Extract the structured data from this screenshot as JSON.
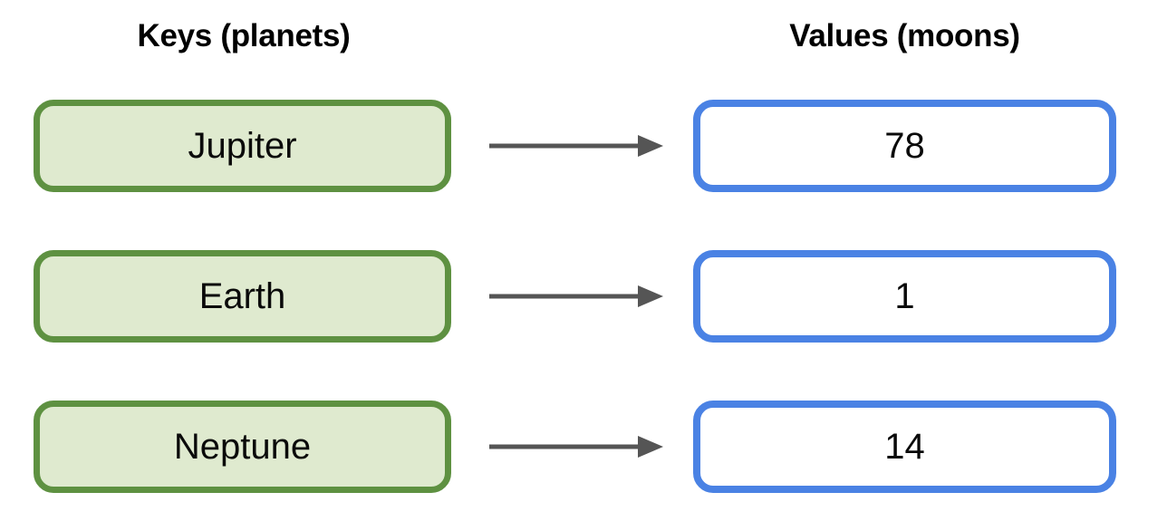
{
  "diagram": {
    "type": "key-value-mapping",
    "background_color": "#ffffff",
    "headers": {
      "keys": "Keys (planets)",
      "values": "Values (moons)"
    },
    "colors": {
      "key_border": "#5e9141",
      "key_fill": "#dfeacf",
      "value_border": "#4a82e4",
      "value_fill": "#ffffff",
      "arrow": "#555555",
      "text": "#0a0a0a"
    },
    "pairs": [
      {
        "key": "Jupiter",
        "value": "78",
        "arrow_icon": "arrow-right-icon"
      },
      {
        "key": "Earth",
        "value": "1",
        "arrow_icon": "arrow-right-icon"
      },
      {
        "key": "Neptune",
        "value": "14",
        "arrow_icon": "arrow-right-icon"
      }
    ]
  }
}
